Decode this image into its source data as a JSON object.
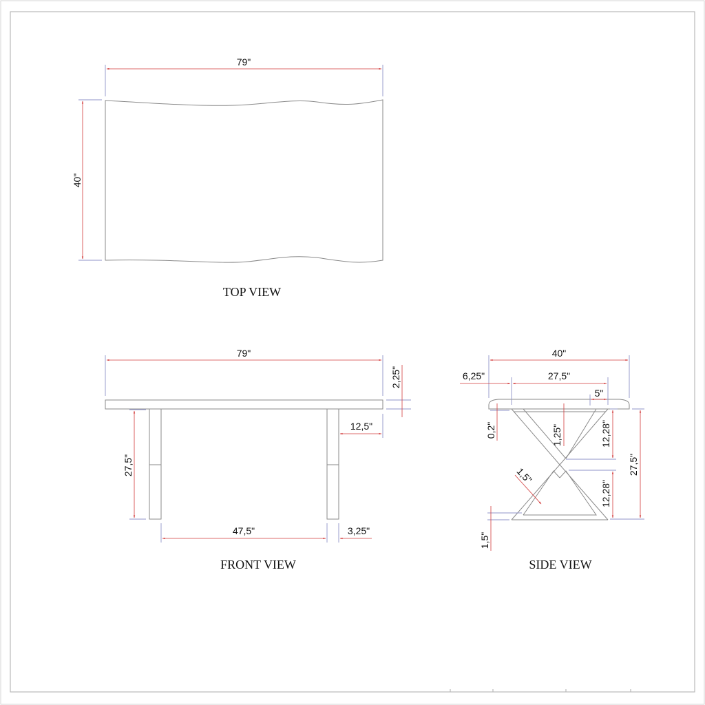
{
  "drawing": {
    "units": "inches",
    "line_colors": {
      "part": "#8a8a8a",
      "dimension": "#d23a3a",
      "extension": "#8f93c9"
    },
    "top_view": {
      "title": "TOP VIEW",
      "width_label": "79\"",
      "depth_label": "40\""
    },
    "front_view": {
      "title": "FRONT VIEW",
      "width_label": "79\"",
      "top_thickness_label": "2,25\"",
      "leg_height_label": "27,5\"",
      "overhang_label": "12,5\"",
      "leg_spacing_label": "47,5\"",
      "leg_width_label": "3,25\""
    },
    "side_view": {
      "title": "SIDE VIEW",
      "depth_label": "40\"",
      "offset_label": "6,25\"",
      "base_width_label": "27,5\"",
      "plate_label": "5\"",
      "gap_label": "0,2\"",
      "crossbar_label": "1,25\"",
      "upper_height_label": "12,28\"",
      "lower_height_label": "12,28\"",
      "total_height_label": "27,5\"",
      "bar_width_label": "1,5\"",
      "foot_label": "1,5\""
    }
  }
}
